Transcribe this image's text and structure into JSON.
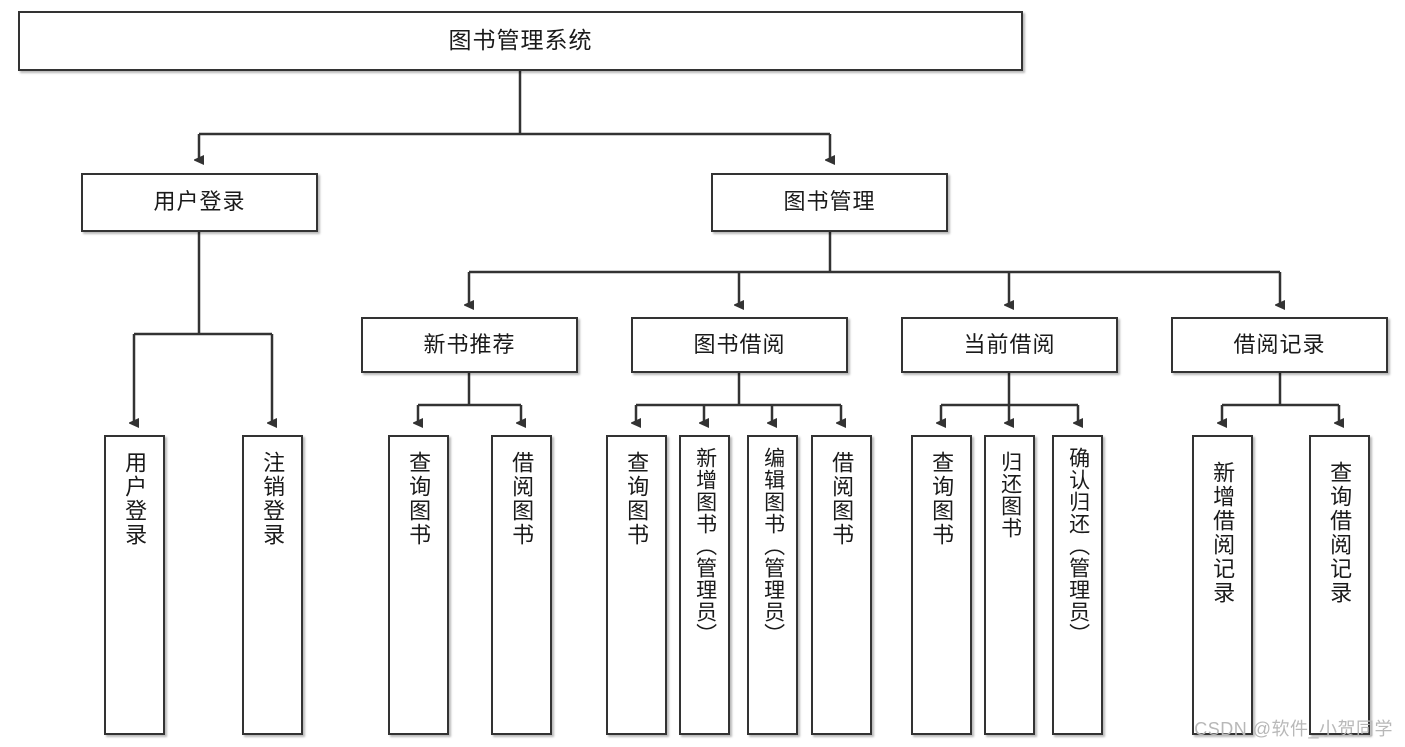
{
  "diagram": {
    "title": "图书管理系统",
    "watermark": "CSDN @软件_小贺同学",
    "line_color": "#333333",
    "box_border_color": "#333333",
    "box_fill_color": "#ffffff",
    "text_color": "#1a1a1a",
    "watermark_color": "#b8b8b8"
  },
  "nodes": {
    "root": {
      "label": "图书管理系统"
    },
    "level2": [
      {
        "label": "用户登录"
      },
      {
        "label": "图书管理"
      }
    ],
    "level3": [
      {
        "label": "新书推荐"
      },
      {
        "label": "图书借阅"
      },
      {
        "label": "当前借阅"
      },
      {
        "label": "借阅记录"
      }
    ],
    "leaves": [
      {
        "label": "用户登录",
        "parent": "用户登录"
      },
      {
        "label": "注销登录",
        "parent": "用户登录"
      },
      {
        "label": "查询图书",
        "parent": "新书推荐"
      },
      {
        "label": "借阅图书",
        "parent": "新书推荐"
      },
      {
        "label": "查询图书",
        "parent": "图书借阅"
      },
      {
        "label": "新增图书（管理员）",
        "parent": "图书借阅"
      },
      {
        "label": "编辑图书（管理员）",
        "parent": "图书借阅"
      },
      {
        "label": "借阅图书",
        "parent": "图书借阅"
      },
      {
        "label": "查询图书",
        "parent": "当前借阅"
      },
      {
        "label": "归还图书",
        "parent": "当前借阅"
      },
      {
        "label": "确认归还（管理员）",
        "parent": "当前借阅"
      },
      {
        "label": "新增借阅记录",
        "parent": "借阅记录"
      },
      {
        "label": "查询借阅记录",
        "parent": "借阅记录"
      }
    ]
  }
}
